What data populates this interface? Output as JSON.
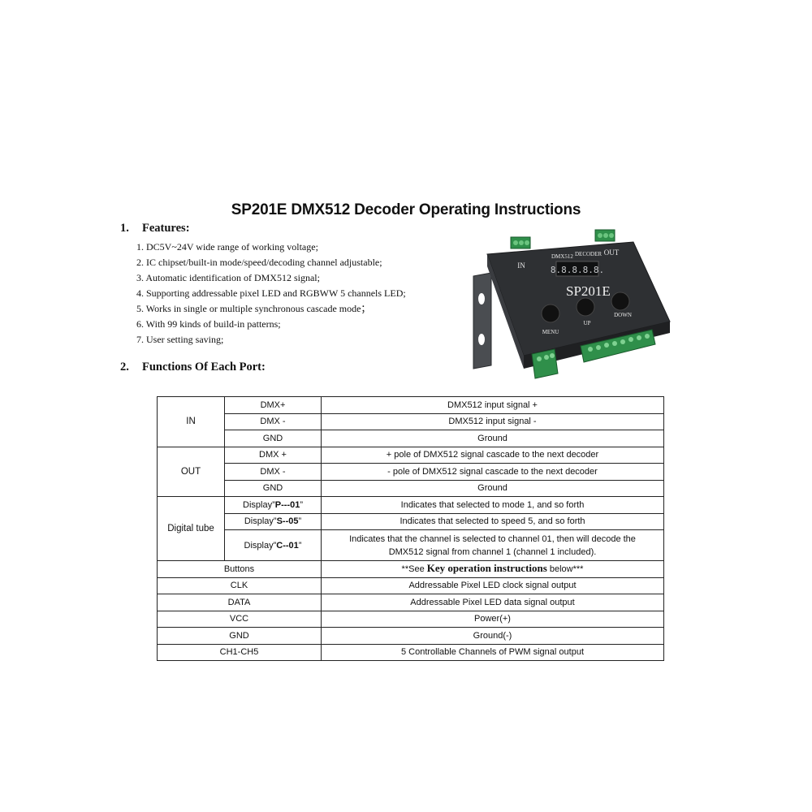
{
  "title": "SP201E DMX512 Decoder Operating Instructions",
  "features": {
    "number": "1.",
    "heading": "Features:",
    "items": [
      "1. DC5V~24V wide range of working voltage;",
      "2. IC chipset/built-in mode/speed/decoding channel adjustable;",
      "3. Automatic identification of DMX512 signal;",
      "4. Supporting addressable pixel LED and RGBWW 5 channels LED;",
      "5. Works in single or multiple synchronous cascade mode；",
      "6. With 99 kinds of build-in patterns;",
      "7. User setting saving;"
    ]
  },
  "functions": {
    "number": "2.",
    "heading": "Functions Of Each Port:"
  },
  "device": {
    "label_in": "IN",
    "label_out": "OUT",
    "label_dmx": "DMX512",
    "label_decoder": "DECODER",
    "display_digits": "8.8.8.8.8.",
    "model": "SP201E",
    "label_menu": "MENU",
    "label_up": "UP",
    "label_down": "DOWN"
  },
  "table": {
    "in": {
      "group": "IN",
      "rows": [
        {
          "pin": "DMX+",
          "desc": "DMX512 input signal +"
        },
        {
          "pin": "DMX -",
          "desc": "DMX512 input signal -"
        },
        {
          "pin": "GND",
          "desc": "Ground"
        }
      ]
    },
    "out": {
      "group": "OUT",
      "rows": [
        {
          "pin": "DMX +",
          "desc": "+ pole of DMX512 signal cascade to the next decoder"
        },
        {
          "pin": "DMX -",
          "desc": "- pole of DMX512 signal cascade to the next decoder"
        },
        {
          "pin": "GND",
          "desc": "Ground"
        }
      ]
    },
    "tube": {
      "group": "Digital tube",
      "rows": [
        {
          "pin_prefix": "Display”",
          "pin_code": "P---01",
          "pin_suffix": "”",
          "desc": "Indicates that selected to mode 1, and so forth"
        },
        {
          "pin_prefix": "Display”",
          "pin_code": "S--05",
          "pin_suffix": "”",
          "desc": "Indicates that selected to speed 5, and so forth"
        },
        {
          "pin_prefix": "Display”",
          "pin_code": "C--01",
          "pin_suffix": "”",
          "desc_line1": "Indicates that the channel is selected to channel 01, then will decode the",
          "desc_line2": "DMX512 signal from channel 1 (channel 1 included)."
        }
      ]
    },
    "buttons": {
      "label": "Buttons",
      "pre": "**See ",
      "emph": "Key operation instructions",
      "post": " below***"
    },
    "singles": [
      {
        "label": "CLK",
        "desc": "Addressable Pixel LED clock signal output"
      },
      {
        "label": "DATA",
        "desc": "Addressable Pixel LED data signal output"
      },
      {
        "label": "VCC",
        "desc": "Power(+)"
      },
      {
        "label": "GND",
        "desc": "Ground(-)"
      },
      {
        "label": "CH1-CH5",
        "desc": "5 Controllable Channels of PWM signal output"
      }
    ]
  }
}
